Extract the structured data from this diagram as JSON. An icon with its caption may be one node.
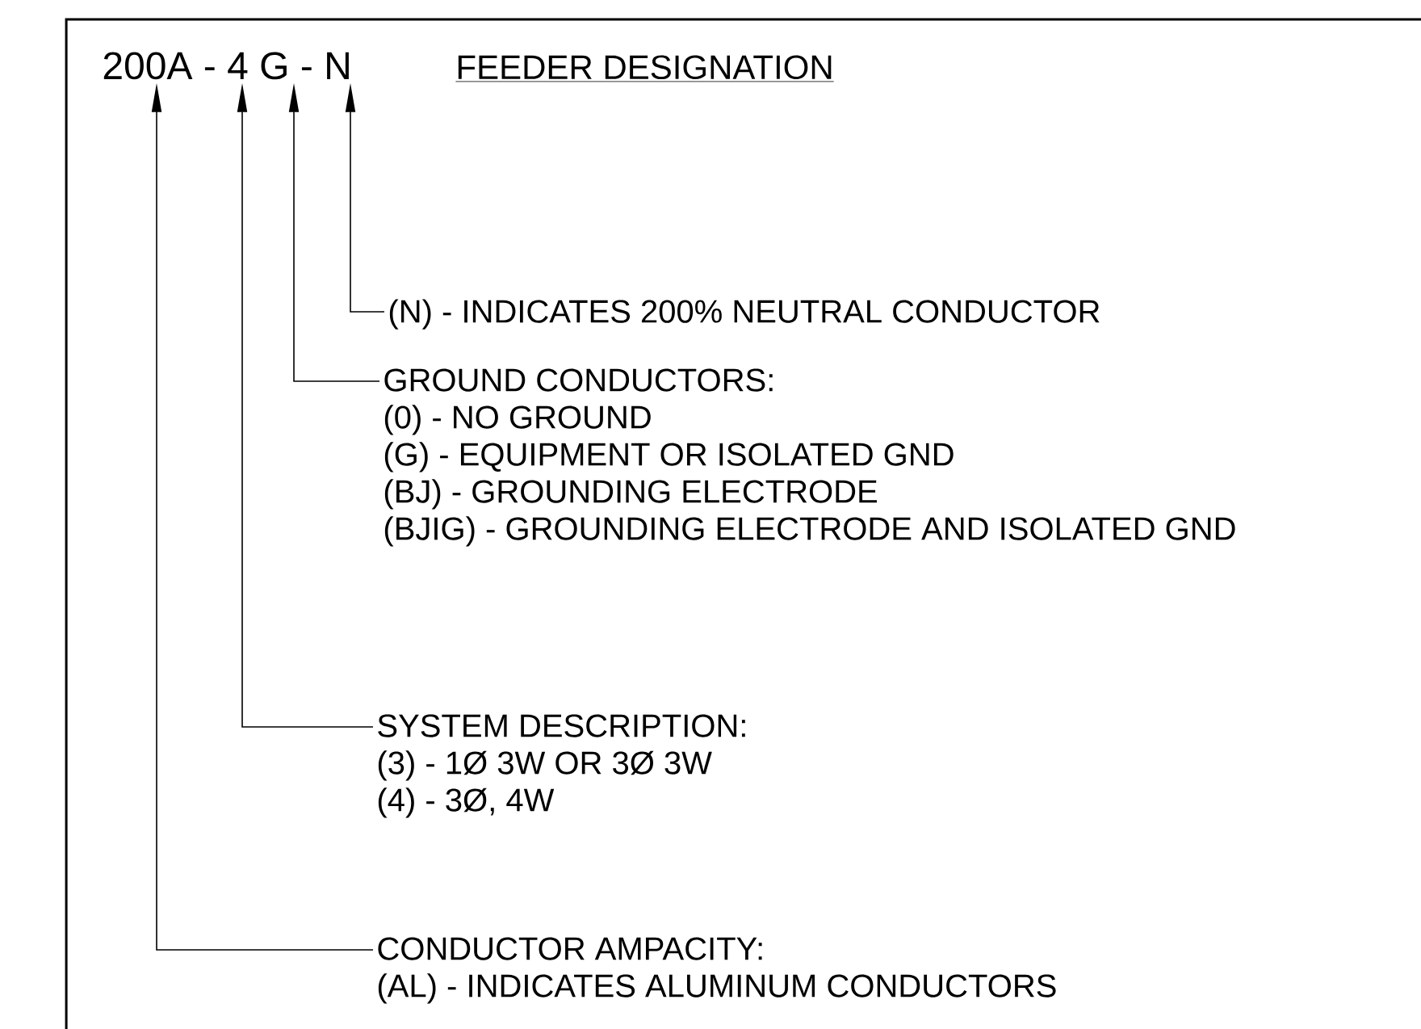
{
  "diagram": {
    "title": "FEEDER DESIGNATION",
    "nodes": [
      {
        "text": [
          "200A - 4 G - N"
        ]
      },
      {
        "text": [
          "(N) - INDICATES 200% NEUTRAL CONDUCTOR"
        ]
      },
      {
        "text": [
          "GROUND CONDUCTORS:",
          "(0) - NO GROUND",
          "(G) - EQUIPMENT OR ISOLATED GND",
          "(BJ) - GROUNDING ELECTRODE",
          "(BJIG) - GROUNDING ELECTRODE AND ISOLATED GND"
        ]
      },
      {
        "text": [
          "SYSTEM DESCRIPTION:",
          "(3) - 1Ø 3W OR 3Ø 3W",
          "(4) - 3Ø, 4W"
        ]
      },
      {
        "text": [
          "CONDUCTOR AMPACITY:",
          "(AL) - INDICATES ALUMINUM CONDUCTORS"
        ]
      }
    ],
    "edges": [
      {
        "from": 1,
        "to": 0,
        "arrow": "to"
      },
      {
        "from": 2,
        "to": 0,
        "arrow": "to"
      },
      {
        "from": 3,
        "to": 0,
        "arrow": "to"
      },
      {
        "from": 4,
        "to": 0,
        "arrow": "to"
      }
    ]
  }
}
